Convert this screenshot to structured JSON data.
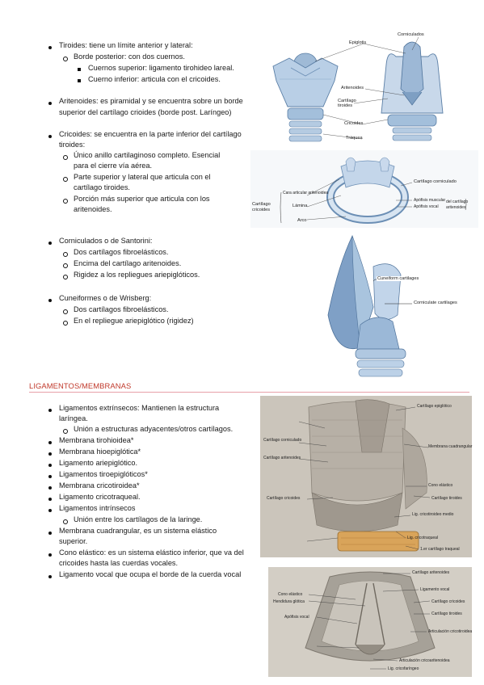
{
  "bullets_top": [
    {
      "level": 1,
      "text": "Tiroides: tiene un límite anterior y lateral:"
    },
    {
      "level": 2,
      "text": "Borde posterior: con dos cuernos."
    },
    {
      "level": 3,
      "text": "Cuernos superior: ligamento tirohideo lareal."
    },
    {
      "level": 3,
      "text": "Cuerno inferior: articula con el cricoides."
    }
  ],
  "aritenoides": [
    "Aritenoides: es piramidal y se encuentra sobre un borde",
    "superior del cartílago crioides (borde post. Laríngeo)"
  ],
  "cricoides": {
    "lines": [
      "Cricoides: se encuentra en la parte inferior del cartílago",
      "tiroides:"
    ],
    "subs": [
      [
        "Único anillo cartilaginoso completo. Esencial",
        "para el cierre vía aérea."
      ],
      [
        "Parte superior y lateral que articula con el",
        "cartílago tiroides."
      ],
      [
        "Porción más superior que articula con los",
        "aritenoides."
      ]
    ]
  },
  "corniculados": {
    "title": "Corniculados o de Santorini:",
    "subs": [
      "Dos cartílagos fibroelásticos.",
      "Encima del cartílago aritenoides.",
      "Rigidez a los repliegues ariepiglóticos."
    ]
  },
  "cuneiformes": {
    "title": "Cuneiformes o de Wrisberg:",
    "subs": [
      "Dos cartílagos fibroelásticos.",
      "En el repliegue ariepiglótico (rigidez)"
    ]
  },
  "section_title": "LIGAMENTOS/MEMBRANAS",
  "ligamentos": [
    {
      "level": 1,
      "lines": [
        "Ligamentos extrínsecos: Mantienen la estructura",
        "laríngea."
      ]
    },
    {
      "level": 2,
      "lines": [
        "Unión a estructuras adyacentes/otros cartílagos."
      ]
    },
    {
      "level": 1,
      "lines": [
        "Membrana tirohioidea*"
      ]
    },
    {
      "level": 1,
      "lines": [
        "Membrana hioepiglótica*"
      ]
    },
    {
      "level": 1,
      "lines": [
        "Ligamento ariepiglótico."
      ]
    },
    {
      "level": 1,
      "lines": [
        "Ligamentos tiroepiglóticos*"
      ]
    },
    {
      "level": 1,
      "lines": [
        "Membrana cricotiroidea*"
      ]
    },
    {
      "level": 1,
      "lines": [
        "Ligamento cricotraqueal."
      ]
    },
    {
      "level": 1,
      "lines": [
        "Ligamentos intrínsecos"
      ]
    },
    {
      "level": 2,
      "lines": [
        "Unión entre los cartílagos de la laringe."
      ]
    },
    {
      "level": 1,
      "lines": [
        "Membrana cuadrangular, es un sistema elástico",
        "superior."
      ]
    },
    {
      "level": 1,
      "lines": [
        "Cono elástico: es un sistema elástico inferior, que va del",
        "cricoides hasta las cuerdas vocales."
      ]
    },
    {
      "level": 1,
      "lines": [
        "Ligamento vocal que ocupa el borde de la cuerda vocal"
      ]
    }
  ],
  "fig1": {
    "labels": [
      "Corniculados",
      "Epiglotis",
      "Aritenoides",
      "Cartílago tiroides",
      "Cricoides",
      "Tráquea"
    ]
  },
  "fig2": {
    "labels": [
      "Cara articular aritenoidea",
      "Lámina",
      "Arco",
      "Cartílago",
      "cricoides",
      "Cartílago corniculado",
      "Apófisis muscular",
      "Apófisis vocal",
      "del cartílago",
      "aritenoides"
    ]
  },
  "fig3": {
    "labels": [
      "Cuneiform cartilages",
      "Corniculate cartilages"
    ]
  },
  "fig4": {
    "labels": [
      "Cartílago epiglótico",
      "Membrana cuadrangular",
      "Cartílago corniculado",
      "Cartílago aritenoides",
      "Cono elástico",
      "Cartílago tiroides",
      "Cartílago cricoides",
      "Lig. cricotiroideo medio",
      "Lig. cricotraqueal",
      "1.er cartílago traqueal"
    ]
  },
  "fig5": {
    "labels": [
      "Cartílago aritenoides",
      "Ligamento vocal",
      "Cono elástico",
      "Hendidura glótica",
      "Cartílago cricoides",
      "Apófisis vocal",
      "Cartílago tiroides",
      "Articulación cricotiroidea",
      "Articulación cricoaritenoidea",
      "Lig. cricofaríngeo"
    ]
  },
  "colors": {
    "accent": "#c0392b",
    "rule": "#e8a0a8",
    "cartilage": "#a9c4de",
    "bone_dark": "#6c8fb5"
  }
}
